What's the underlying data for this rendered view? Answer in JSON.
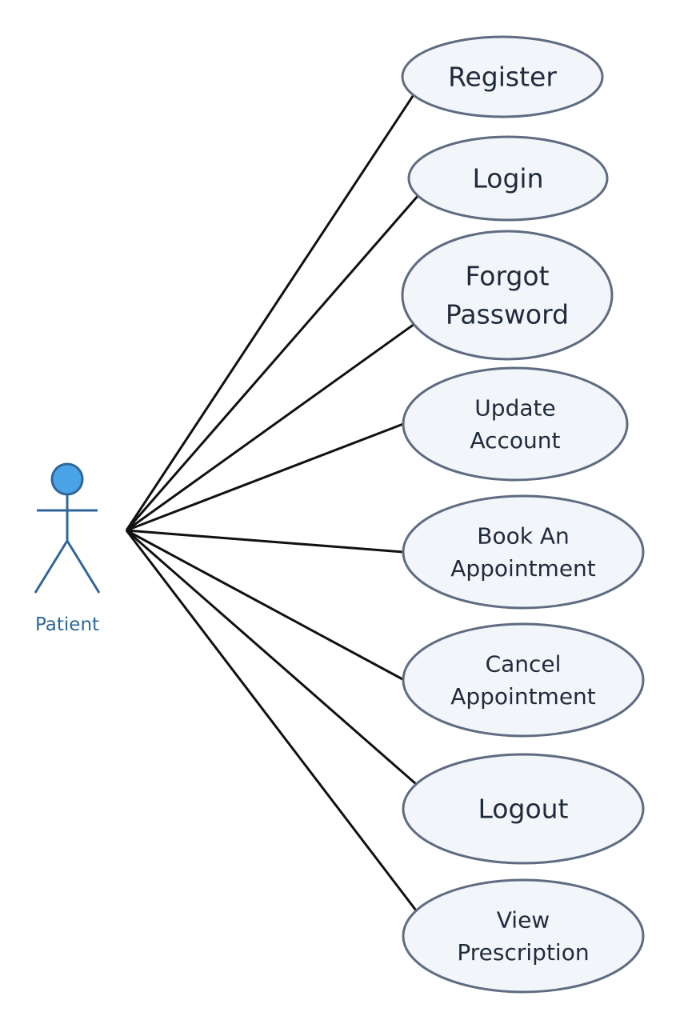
{
  "actor": {
    "name": "Patient",
    "color": "#2f6799",
    "head_fill": "#4aa3e6"
  },
  "colors": {
    "use_case_fill": "#f2f5fa",
    "use_case_stroke": "#5f6b80",
    "association_line": "#111111",
    "text": "#1f2a3c"
  },
  "use_cases": [
    {
      "id": "register",
      "lines": [
        "Register"
      ]
    },
    {
      "id": "login",
      "lines": [
        "Login"
      ]
    },
    {
      "id": "forgot-password",
      "lines": [
        "Forgot",
        "Password"
      ]
    },
    {
      "id": "update-account",
      "lines": [
        "Update",
        "Account"
      ]
    },
    {
      "id": "book-an-appointment",
      "lines": [
        "Book An",
        "Appointment"
      ]
    },
    {
      "id": "cancel-appointment",
      "lines": [
        "Cancel",
        "Appointment"
      ]
    },
    {
      "id": "logout",
      "lines": [
        "Logout"
      ]
    },
    {
      "id": "view-prescription",
      "lines": [
        "View",
        "Prescription"
      ]
    }
  ]
}
